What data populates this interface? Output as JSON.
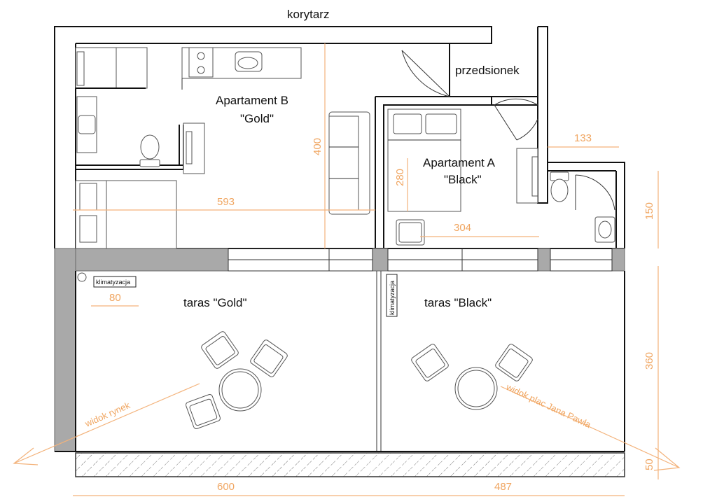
{
  "labels": {
    "corridor": "korytarz",
    "vestibule": "przedsionek",
    "apt_b_line1": "Apartament B",
    "apt_b_line2": "\"Gold\"",
    "apt_a_line1": "Apartament A",
    "apt_a_line2": "\"Black\"",
    "terrace_gold": "taras \"Gold\"",
    "terrace_black": "taras \"Black\"",
    "ac_gold": "klimatyzacja",
    "ac_black": "klimatyzacja",
    "view_rynek": "widok rynek",
    "view_plac": "widok plac Jana Pawła"
  },
  "dimensions": {
    "d593": "593",
    "d400": "400",
    "d280": "280",
    "d304": "304",
    "d133": "133",
    "d150": "150",
    "d360": "360",
    "d50": "50",
    "d80": "80",
    "d600": "600",
    "d487": "487"
  },
  "colors": {
    "wall": "#111111",
    "dimension": "#f0a560",
    "wall_fill": "#a9a9a9"
  }
}
